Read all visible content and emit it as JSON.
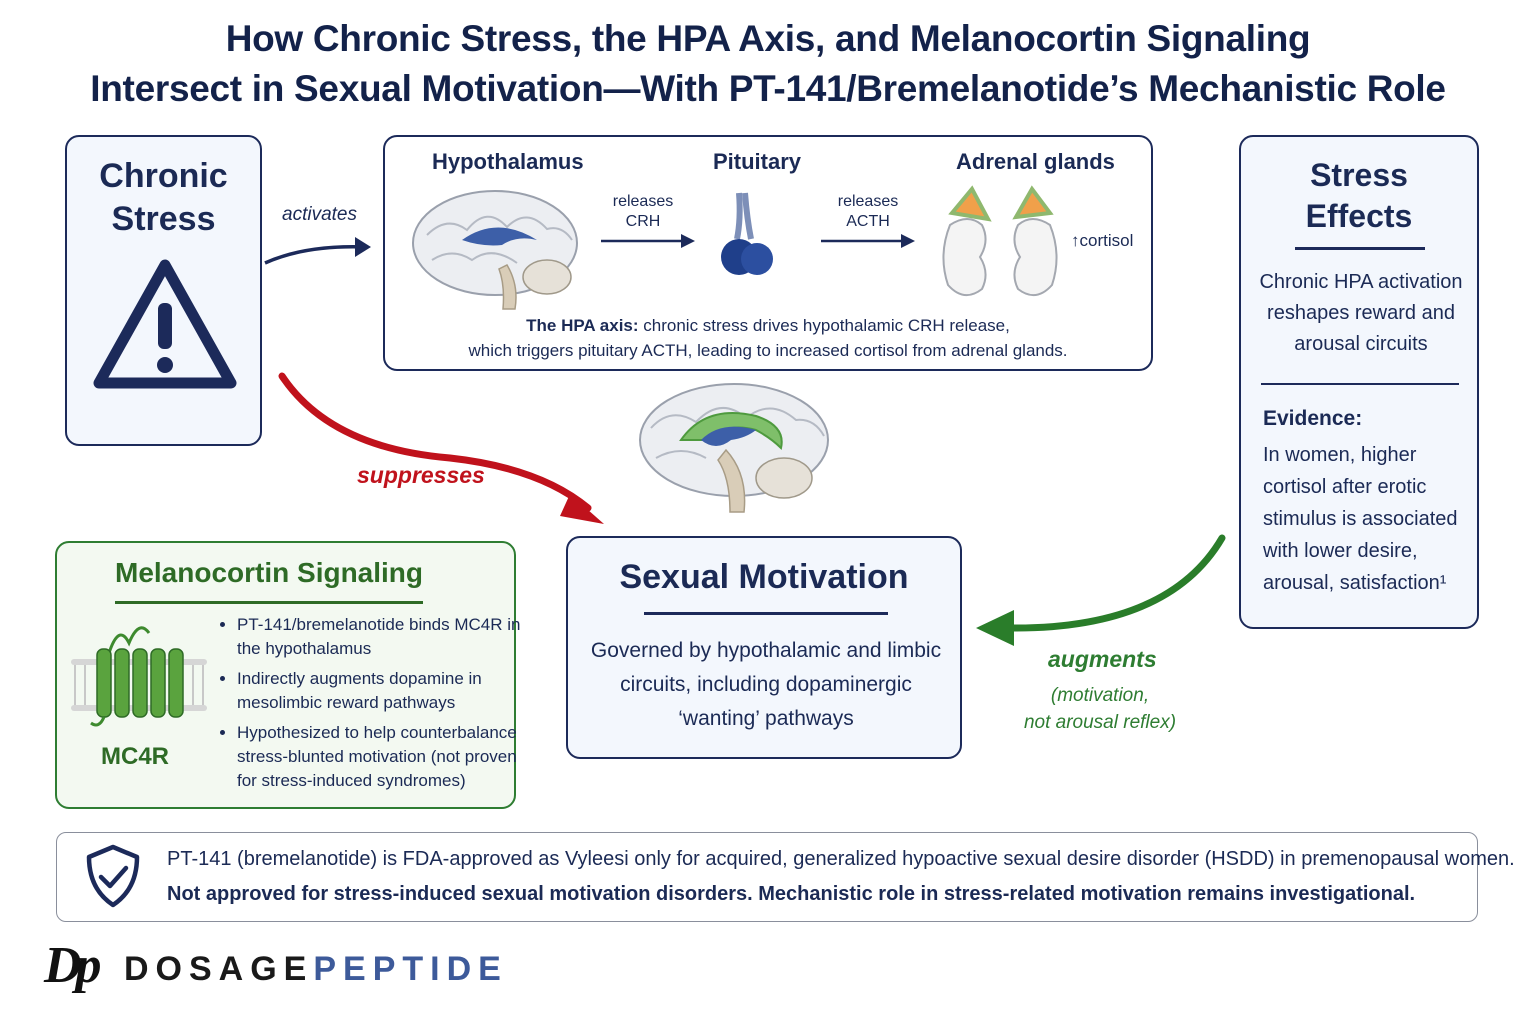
{
  "title": {
    "line1": "How Chronic Stress, the HPA Axis, and Melanocortin Signaling",
    "line2": "Intersect in Sexual Motivation—With PT-141/Bremelanotide’s Mechanistic Role"
  },
  "chronic_stress": {
    "line1": "Chronic",
    "line2": "Stress",
    "icon": "warning-triangle-icon"
  },
  "arrows": {
    "activates": "activates",
    "suppresses": "suppresses",
    "augments": "augments",
    "augments_note_line1": "(motivation,",
    "augments_note_line2": "not arousal reflex)"
  },
  "hpa": {
    "hypothalamus": "Hypothalamus",
    "pituitary": "Pituitary",
    "adrenal": "Adrenal glands",
    "releases1_a": "releases",
    "releases1_b": "CRH",
    "releases2_a": "releases",
    "releases2_b": "ACTH",
    "cortisol": "cortisol",
    "caption_bold": "The HPA axis:",
    "caption_rest1": " chronic stress drives hypothalamic CRH release,",
    "caption_line2": "which triggers pituitary ACTH, leading to increased cortisol from adrenal glands."
  },
  "stress_effects": {
    "heading_line1": "Stress",
    "heading_line2": "Effects",
    "text": "Chronic HPA activation reshapes reward and arousal circuits",
    "evidence_heading": "Evidence:",
    "evidence_text": "In women, higher cortisol after erotic stimulus is associated with lower desire, arousal, satisfaction¹"
  },
  "melanocortin": {
    "heading": "Melanocortin Signaling",
    "receptor_label": "MC4R",
    "bullets": [
      "PT-141/bremelanotide binds MC4R in the hypothalamus",
      "Indirectly augments dopamine in mesolimbic reward pathways",
      "Hypothesized to help counterbalance stress-blunted motivation (not proven for stress-induced syndromes)"
    ]
  },
  "sexual_motivation": {
    "heading": "Sexual Motivation",
    "text": "Governed by hypothalamic and limbic circuits, including dopaminergic ‘wanting’ pathways"
  },
  "disclaimer": {
    "line1": "PT-141 (bremelanotide) is FDA-approved as Vyleesi only for acquired, generalized hypoactive sexual desire disorder (HSDD) in premenopausal women.",
    "line2": "Not approved for stress-induced sexual motivation disorders. Mechanistic role in stress-related motivation remains investigational."
  },
  "brand": {
    "monogram": "Dp",
    "word1": "DOSAGE",
    "word2": "PEPTIDE"
  },
  "colors": {
    "navy": "#1b2a55",
    "red": "#c0121c",
    "green": "#2e7d32",
    "brand_blue": "#3d5a9a"
  }
}
